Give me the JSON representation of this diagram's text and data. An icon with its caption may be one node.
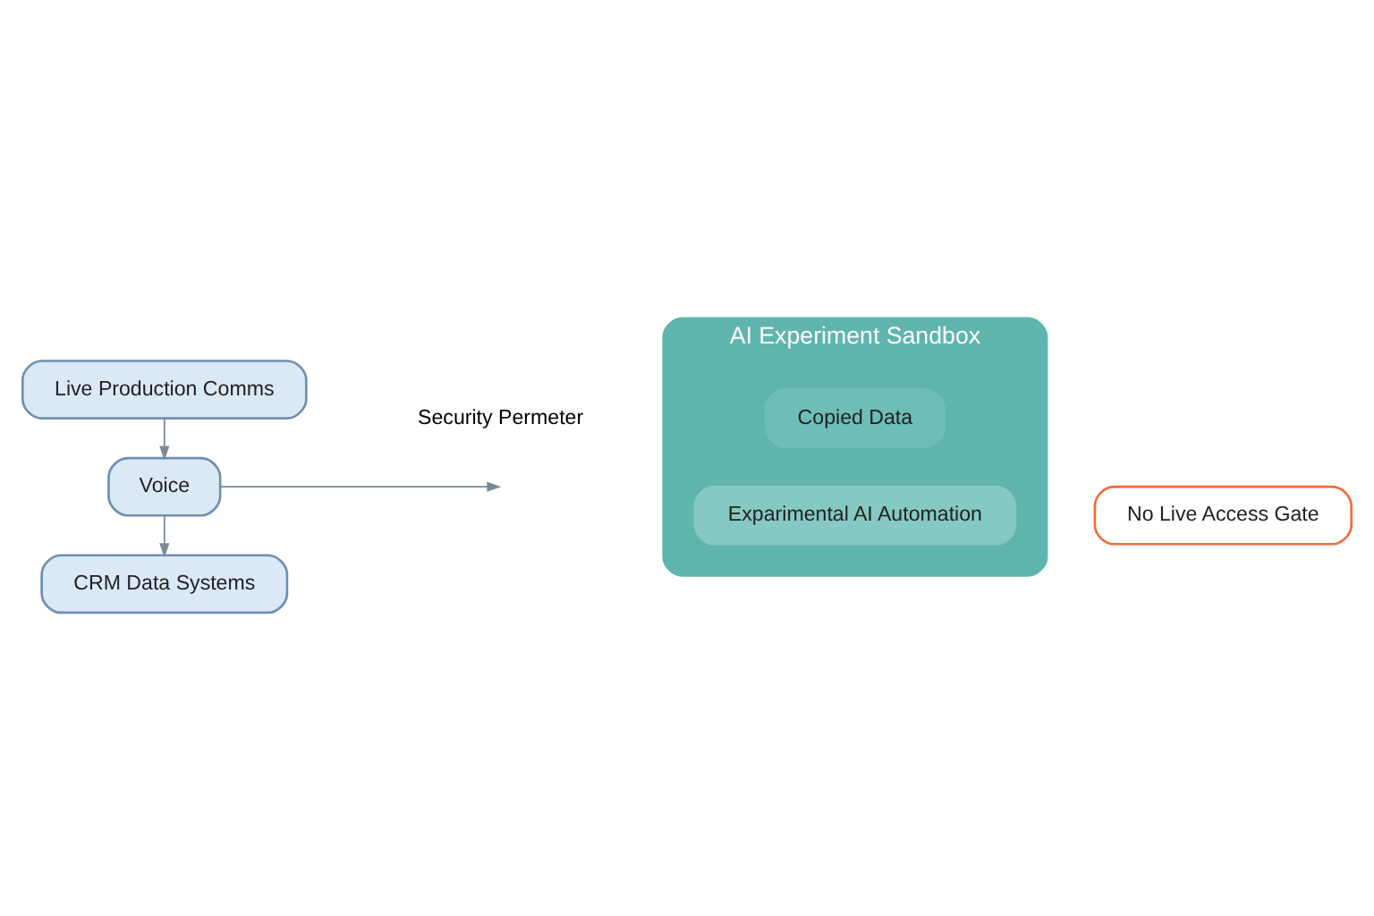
{
  "diagram": {
    "nodes": [
      {
        "text": [
          "Live Production Comms"
        ]
      },
      {
        "text": [
          "Voice"
        ]
      },
      {
        "text": [
          "CRM Data Systems"
        ]
      },
      {
        "text": [
          "AI Experiment Sandbox"
        ]
      },
      {
        "text": [
          "Copied Data"
        ],
        "in": 3
      },
      {
        "text": [
          "Exparimental AI Automation"
        ],
        "in": 3
      },
      {
        "text": [
          "No Live Access Gate"
        ]
      }
    ],
    "edges": [
      {
        "from": 0,
        "to": 1,
        "arrow": "to"
      },
      {
        "from": 1,
        "to": 2,
        "arrow": "to"
      },
      {
        "from": 1,
        "to": null,
        "arrow": "to"
      }
    ],
    "labels": [
      "Security Permeter"
    ]
  }
}
